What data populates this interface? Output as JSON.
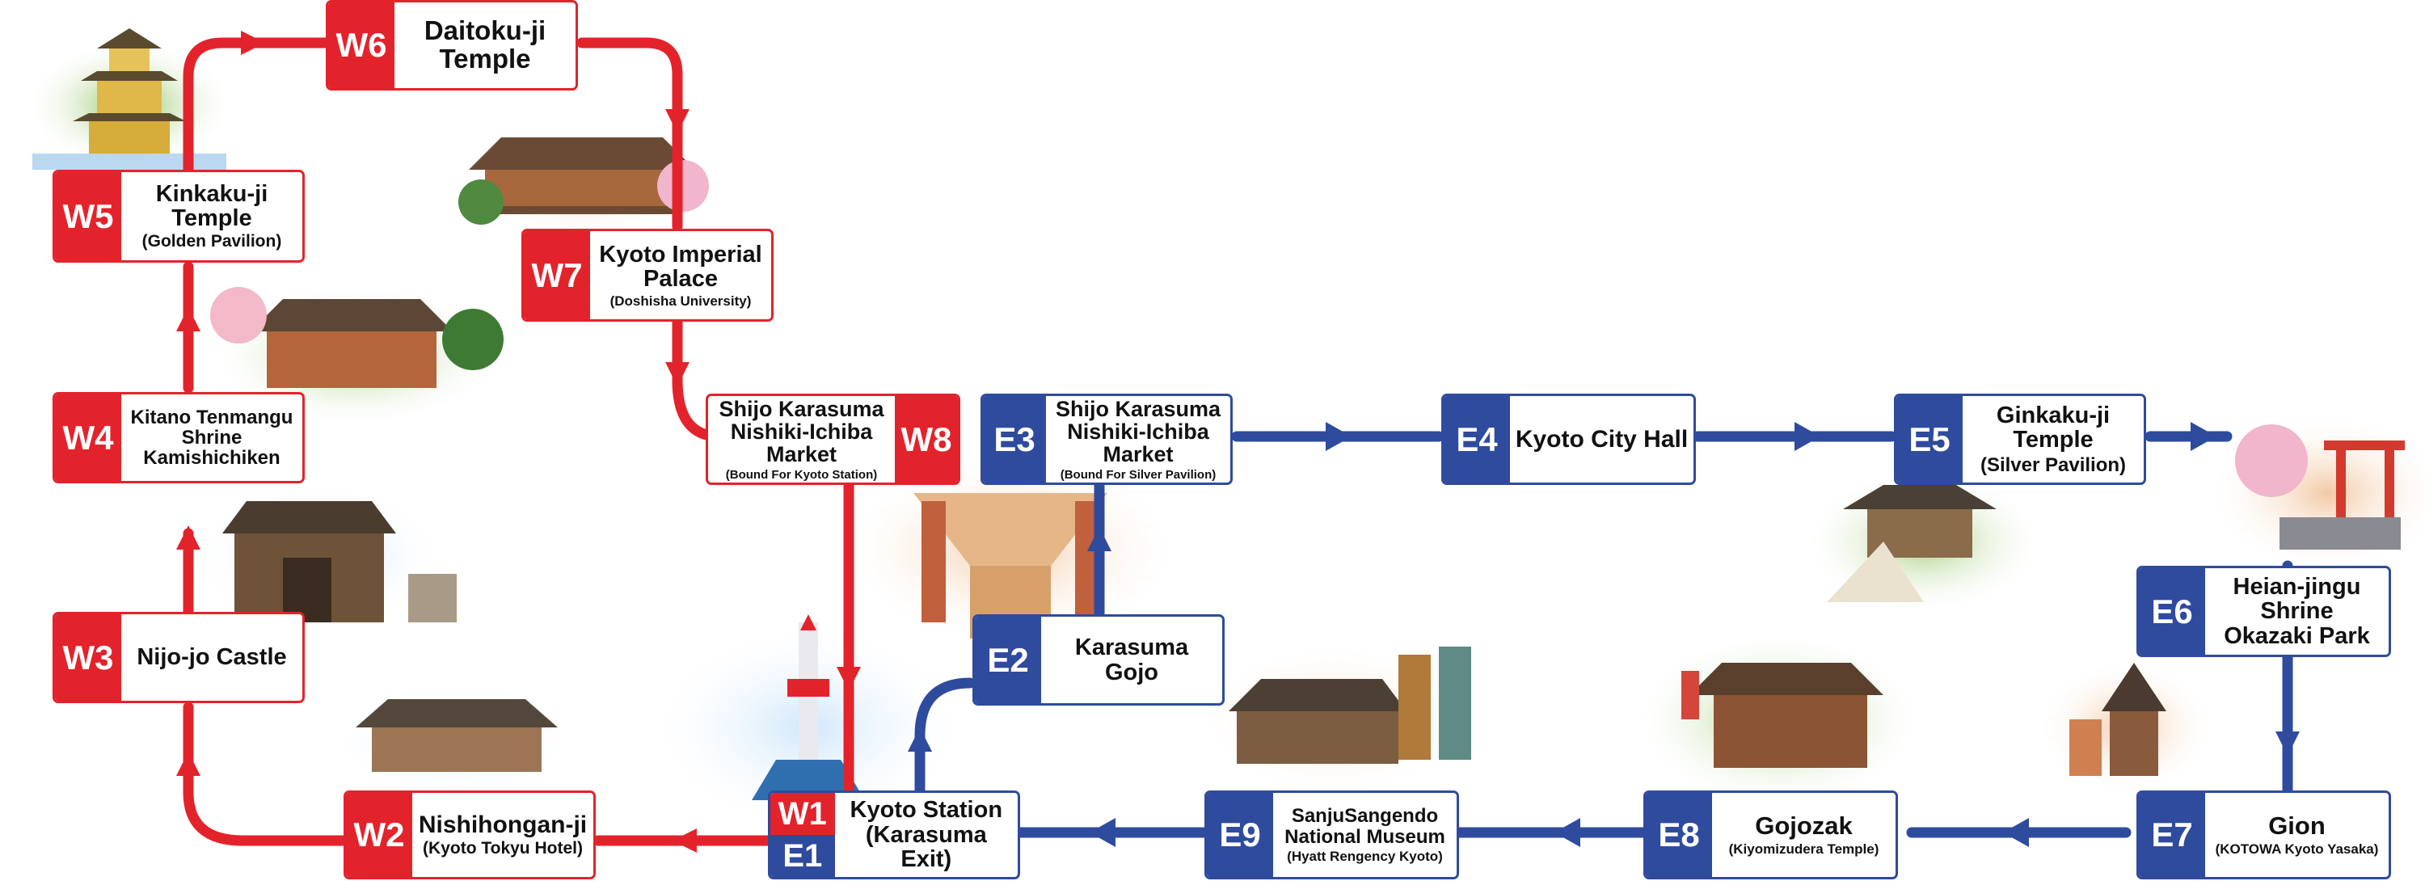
{
  "colors": {
    "west_line": "#e3232b",
    "east_line": "#2e4b9e"
  },
  "stops": {
    "w6": {
      "code": "W6",
      "name": "Daitoku-ji\nTemple",
      "sub": ""
    },
    "w7": {
      "code": "W7",
      "name": "Kyoto Imperial\nPalace",
      "sub": "(Doshisha University)"
    },
    "w5": {
      "code": "W5",
      "name": "Kinkaku-ji\nTemple",
      "sub": "(Golden Pavilion)"
    },
    "w4": {
      "code": "W4",
      "name": "Kitano Tenmangu\nShrine\nKamishichiken",
      "sub": ""
    },
    "w3": {
      "code": "W3",
      "name": "Nijo-jo Castle",
      "sub": ""
    },
    "w2": {
      "code": "W2",
      "name": "Nishihongan-ji",
      "sub": "(Kyoto Tokyu Hotel)"
    },
    "w8": {
      "code": "W8",
      "name": "Shijo Karasuma\nNishiki-Ichiba\nMarket",
      "sub": "(Bound For Kyoto Station)"
    },
    "e3": {
      "code": "E3",
      "name": "Shijo Karasuma\nNishiki-Ichiba\nMarket",
      "sub": "(Bound For Silver Pavilion)"
    },
    "e4": {
      "code": "E4",
      "name": "Kyoto City Hall",
      "sub": ""
    },
    "e5": {
      "code": "E5",
      "name": "Ginkaku-ji\nTemple",
      "sub": "(Silver Pavilion)"
    },
    "e6": {
      "code": "E6",
      "name": "Heian-jingu\nShrine\nOkazaki Park",
      "sub": ""
    },
    "e2": {
      "code": "E2",
      "name": "Karasuma Gojo",
      "sub": ""
    },
    "e7": {
      "code": "E7",
      "name": "Gion",
      "sub": "(KOTOWA Kyoto Yasaka)"
    },
    "e8": {
      "code": "E8",
      "name": "Gojozak",
      "sub": "(Kiyomizudera Temple)"
    },
    "e9": {
      "code": "E9",
      "name": "SanjuSangendo\nNational Museum",
      "sub": "(Hyatt Rengency Kyoto)"
    },
    "hub": {
      "code_w": "W1",
      "code_e": "E1",
      "name": "Kyoto Station\n(Karasuma Exit)"
    }
  }
}
